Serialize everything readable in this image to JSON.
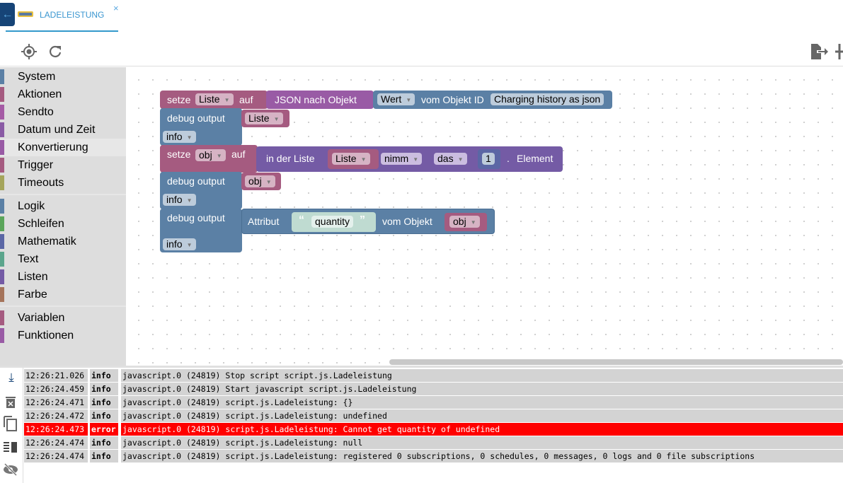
{
  "tab": {
    "title": "LADELEISTUNG",
    "close": "×",
    "back": "←"
  },
  "toolbar": {
    "icons": [
      "crosshair-icon",
      "refresh-icon",
      "export-icon",
      "add-icon"
    ]
  },
  "sidebar": {
    "groups": [
      [
        {
          "label": "System",
          "color": "#5b80a5"
        },
        {
          "label": "Aktionen",
          "color": "#a55b80"
        },
        {
          "label": "Sendto",
          "color": "#a55ba5"
        },
        {
          "label": "Datum und Zeit",
          "color": "#8a5ba5"
        },
        {
          "label": "Konvertierung",
          "color": "#995ba5"
        },
        {
          "label": "Trigger",
          "color": "#a55b80"
        },
        {
          "label": "Timeouts",
          "color": "#a5a55b"
        }
      ],
      [
        {
          "label": "Logik",
          "color": "#5b80a5"
        },
        {
          "label": "Schleifen",
          "color": "#5ba55b"
        },
        {
          "label": "Mathematik",
          "color": "#5b67a5"
        },
        {
          "label": "Text",
          "color": "#5ba58c"
        },
        {
          "label": "Listen",
          "color": "#745ba5"
        },
        {
          "label": "Farbe",
          "color": "#a5745b"
        }
      ],
      [
        {
          "label": "Variablen",
          "color": "#a55b80"
        },
        {
          "label": "Funktionen",
          "color": "#995ba5"
        }
      ]
    ]
  },
  "blocks": {
    "set1": {
      "setze": "setze",
      "var": "Liste",
      "auf": "auf",
      "json": "JSON nach Objekt",
      "wert": "Wert",
      "vom": "vom Objekt ID",
      "id": "Charging history as json"
    },
    "debug1": {
      "label": "debug output",
      "var": "Liste",
      "level": "info"
    },
    "set2": {
      "setze": "setze",
      "var": "obj",
      "auf": "auf",
      "inlist": "in der Liste",
      "list": "Liste",
      "nimm": "nimm",
      "das": "das",
      "num": "1",
      "dot": ".",
      "element": "Element"
    },
    "debug2": {
      "label": "debug output",
      "var": "obj",
      "level": "info"
    },
    "debug3": {
      "label": "debug output",
      "attr": "Attribut",
      "q1": "“",
      "text": "quantity",
      "q2": "”",
      "vom": "vom Objekt",
      "var": "obj",
      "level": "info"
    }
  },
  "log": [
    {
      "time": "12:26:21.026",
      "level": "info",
      "msg": "javascript.0 (24819) Stop script script.js.Ladeleistung"
    },
    {
      "time": "12:26:24.459",
      "level": "info",
      "msg": "javascript.0 (24819) Start javascript script.js.Ladeleistung"
    },
    {
      "time": "12:26:24.471",
      "level": "info",
      "msg": "javascript.0 (24819) script.js.Ladeleistung: {}"
    },
    {
      "time": "12:26:24.472",
      "level": "info",
      "msg": "javascript.0 (24819) script.js.Ladeleistung: undefined"
    },
    {
      "time": "12:26:24.473",
      "level": "error",
      "msg": "javascript.0 (24819) script.js.Ladeleistung: Cannot get quantity of undefined"
    },
    {
      "time": "12:26:24.474",
      "level": "info",
      "msg": "javascript.0 (24819) script.js.Ladeleistung: null"
    },
    {
      "time": "12:26:24.474",
      "level": "info",
      "msg": "javascript.0 (24819) script.js.Ladeleistung: registered 0 subscriptions, 0 schedules, 0 messages, 0 logs and 0 file subscriptions"
    }
  ]
}
